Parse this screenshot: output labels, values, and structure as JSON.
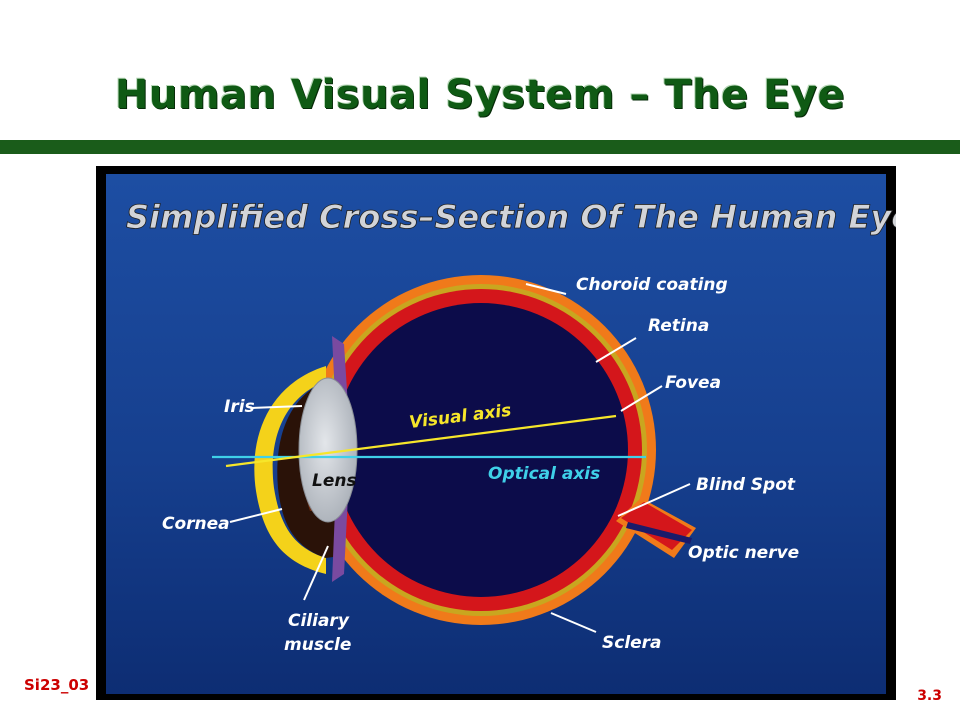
{
  "slide": {
    "title": "Human Visual System – The Eye",
    "slide_id": "Si23_03",
    "page_number": "3.3"
  },
  "figure": {
    "title": "Simplified Cross–Section Of The Human Eye",
    "labels": {
      "choroid": "Choroid coating",
      "retina": "Retina",
      "fovea": "Fovea",
      "iris": "Iris",
      "visual_axis": "Visual axis",
      "lens": "Lens",
      "optical_axis": "Optical axis",
      "blind_spot": "Blind Spot",
      "cornea": "Cornea",
      "optic_nerve": "Optic nerve",
      "ciliary_line1": "Ciliary",
      "ciliary_line2": "muscle",
      "sclera": "Sclera"
    },
    "colors": {
      "background_top": "#1a4a9c",
      "background_bottom": "#0c2a6e",
      "sclera": "#f07a1a",
      "choroid": "#c9a61f",
      "retina": "#d4161b",
      "vitreous": "#0c0c4a",
      "lens": "#c8ccd0",
      "iris": "#7a4aa0",
      "cornea": "#f4d21a",
      "visual_axis": "#f6e62a",
      "optical_axis": "#3fd0e8",
      "label_text": "#ffffff"
    }
  }
}
